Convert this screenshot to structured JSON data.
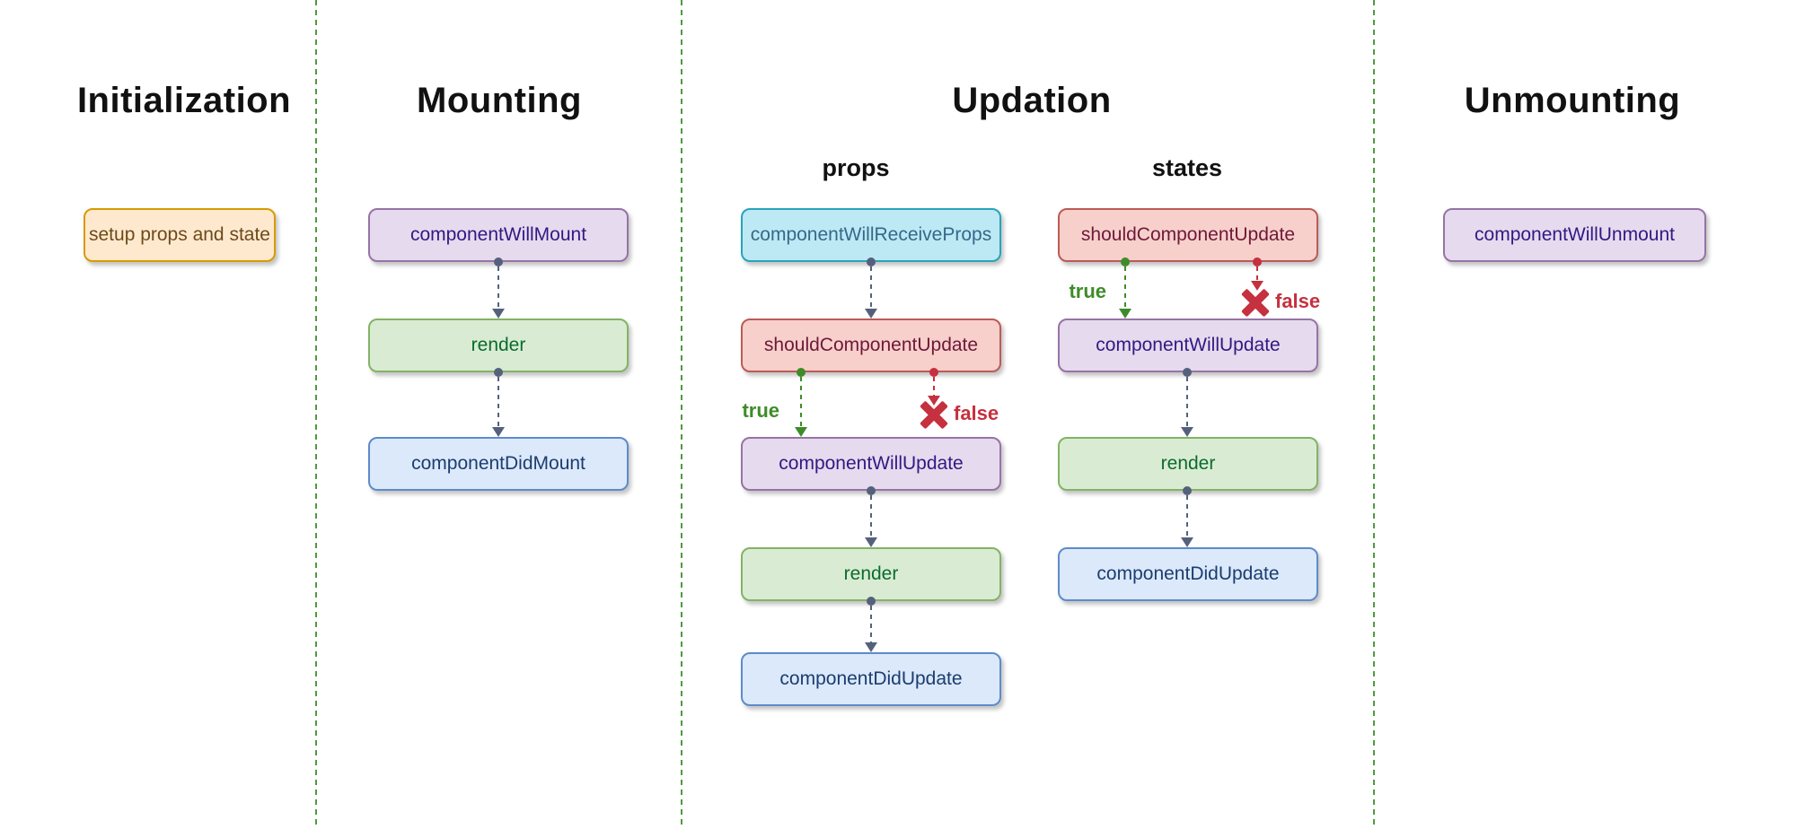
{
  "sections": {
    "initialization": {
      "title": "Initialization",
      "setup_box": "setup props and state"
    },
    "mounting": {
      "title": "Mounting",
      "component_will_mount": "componentWillMount",
      "render": "render",
      "component_did_mount": "componentDidMount"
    },
    "updation": {
      "title": "Updation",
      "props_column": {
        "subtitle": "props",
        "component_will_receive_props": "componentWillReceiveProps",
        "should_component_update": "shouldComponentUpdate",
        "true_label": "true",
        "false_label": "false",
        "component_will_update": "componentWillUpdate",
        "render": "render",
        "component_did_update": "componentDidUpdate"
      },
      "states_column": {
        "subtitle": "states",
        "should_component_update": "shouldComponentUpdate",
        "true_label": "true",
        "false_label": "false",
        "component_will_update": "componentWillUpdate",
        "render": "render",
        "component_did_update": "componentDidUpdate"
      }
    },
    "unmounting": {
      "title": "Unmounting",
      "component_will_unmount": "componentWillUnmount"
    }
  },
  "colors": {
    "canvas-bg": "#ffffff",
    "title-text": "#111111",
    "divider-green": "#4f9b3e",
    "arrow-slate": "#55617c",
    "branch-green": "#3e8c29",
    "branch-red": "#c5313e",
    "orange-fill": "#ffe9ce",
    "orange-border": "#d79b00",
    "orange-text": "#6d4a1b",
    "purple-fill": "#e6daee",
    "purple-border": "#9673a6",
    "purple-text": "#2f1a83",
    "green-fill": "#d9ecd3",
    "green-border": "#82b366",
    "green-text": "#0c6b2d",
    "blue-fill": "#dbe9fb",
    "blue-border": "#5e8bc9",
    "blue-text": "#1c3d6e",
    "cyan-fill": "#bce9f4",
    "cyan-border": "#29a3bb",
    "cyan-text": "#36688a",
    "red-fill": "#f7d0cc",
    "red-border": "#bd5a55",
    "red-text": "#6e1838"
  }
}
